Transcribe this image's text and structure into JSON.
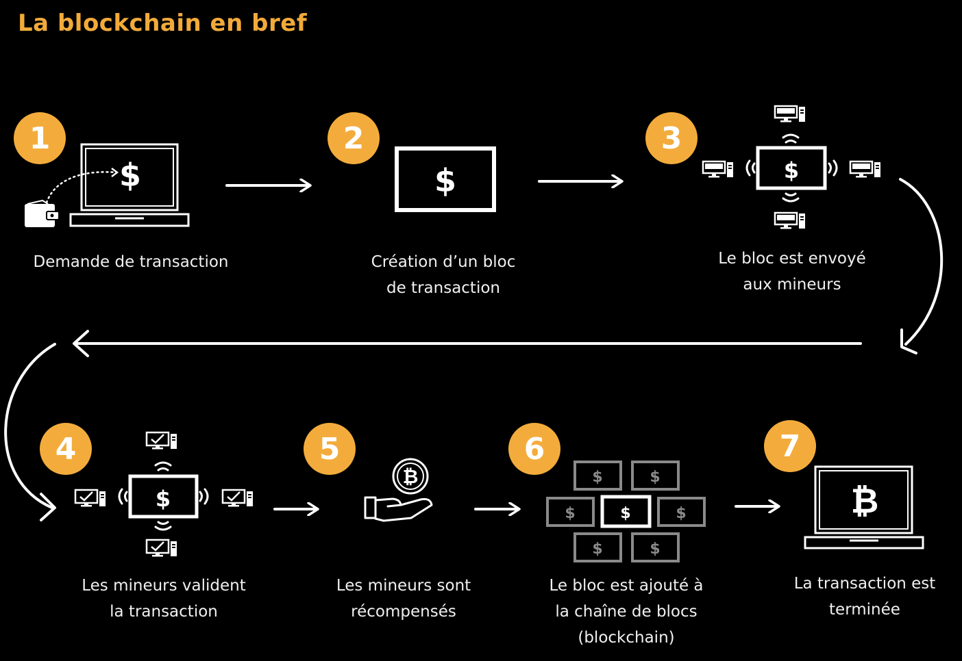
{
  "title": "La blockchain en bref",
  "colors": {
    "background": "#000000",
    "accent": "#f3ac3c",
    "title": "#f2aa3a",
    "text": "#f0f0f0",
    "muted_block": "#8a8a8a"
  },
  "icons": {
    "step1": [
      "wallet-icon",
      "laptop-icon",
      "dollar-icon"
    ],
    "step2": [
      "dollar-block-icon"
    ],
    "step3": [
      "computer-icon",
      "signal-icon",
      "dollar-block-icon"
    ],
    "step4": [
      "computer-check-icon",
      "signal-icon",
      "dollar-block-icon"
    ],
    "step5": [
      "bitcoin-coin-icon",
      "hand-icon"
    ],
    "step6": [
      "block-chain-icon"
    ],
    "step7": [
      "laptop-icon",
      "bitcoin-icon"
    ]
  },
  "steps": [
    {
      "number": "1",
      "line1": "Demande de transaction",
      "line2": "",
      "line3": ""
    },
    {
      "number": "2",
      "line1": "Création d’un bloc",
      "line2": "de transaction",
      "line3": ""
    },
    {
      "number": "3",
      "line1": "Le bloc est envoyé",
      "line2": "aux mineurs",
      "line3": ""
    },
    {
      "number": "4",
      "line1": "Les mineurs valident",
      "line2": "la transaction",
      "line3": ""
    },
    {
      "number": "5",
      "line1": "Les mineurs sont",
      "line2": "récompensés",
      "line3": ""
    },
    {
      "number": "6",
      "line1": "Le bloc est ajouté à",
      "line2": "la chaîne de blocs",
      "line3": "(blockchain)"
    },
    {
      "number": "7",
      "line1": "La transaction est",
      "line2": "terminée",
      "line3": ""
    }
  ],
  "glyphs": {
    "dollar": "$",
    "bitcoin": "₿"
  }
}
